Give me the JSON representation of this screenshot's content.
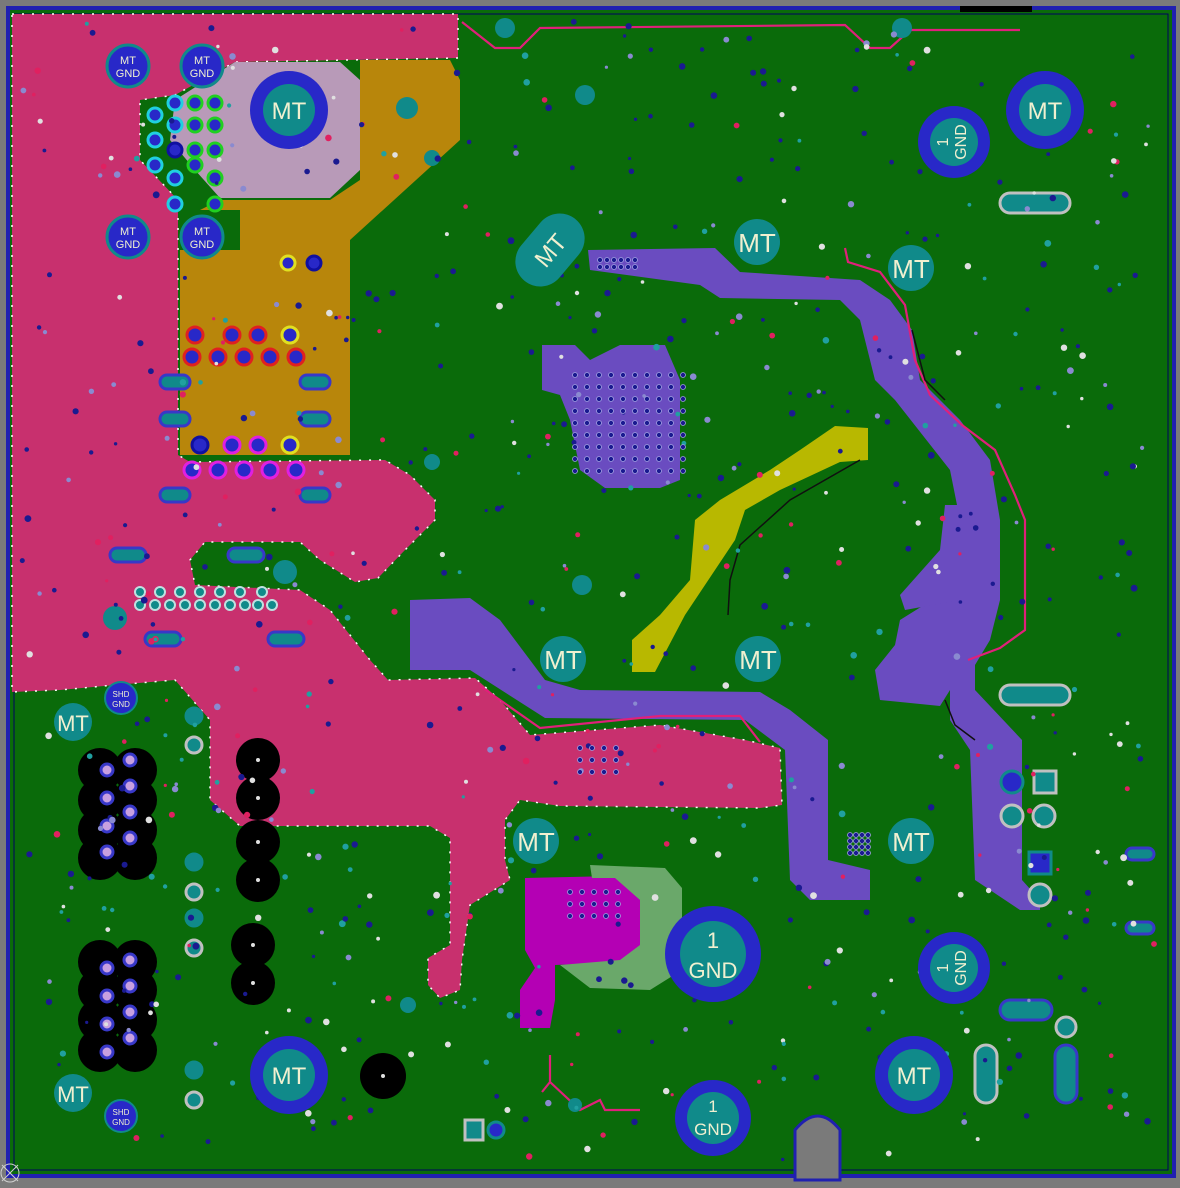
{
  "app": {
    "view": "PCB layout editor - bottom copper pours view"
  },
  "colors": {
    "background": "#7a7a7a",
    "board_fill": "#0a6b0a",
    "board_outline": "#2020b0",
    "pour_magenta": "#c8306e",
    "pour_gold": "#b8860b",
    "pour_lavender": "#b89ab8",
    "pour_purple": "#6a4cc0",
    "pour_yellow": "#b8b800",
    "pour_violet": "#b400b4",
    "pour_lightgreen": "#6aa86a",
    "mt_pad": "#108a8a",
    "mt_ring": "#2828c8",
    "via": "#1a1a90",
    "trace": "#e0207a"
  },
  "labels": {
    "mt": "MT",
    "mt_gnd_line1": "MT",
    "mt_gnd_line2": "GND",
    "shd_gnd_line1": "SHD",
    "shd_gnd_line2": "GND",
    "gnd_1_line1": "1",
    "gnd_1_line2": "GND"
  }
}
